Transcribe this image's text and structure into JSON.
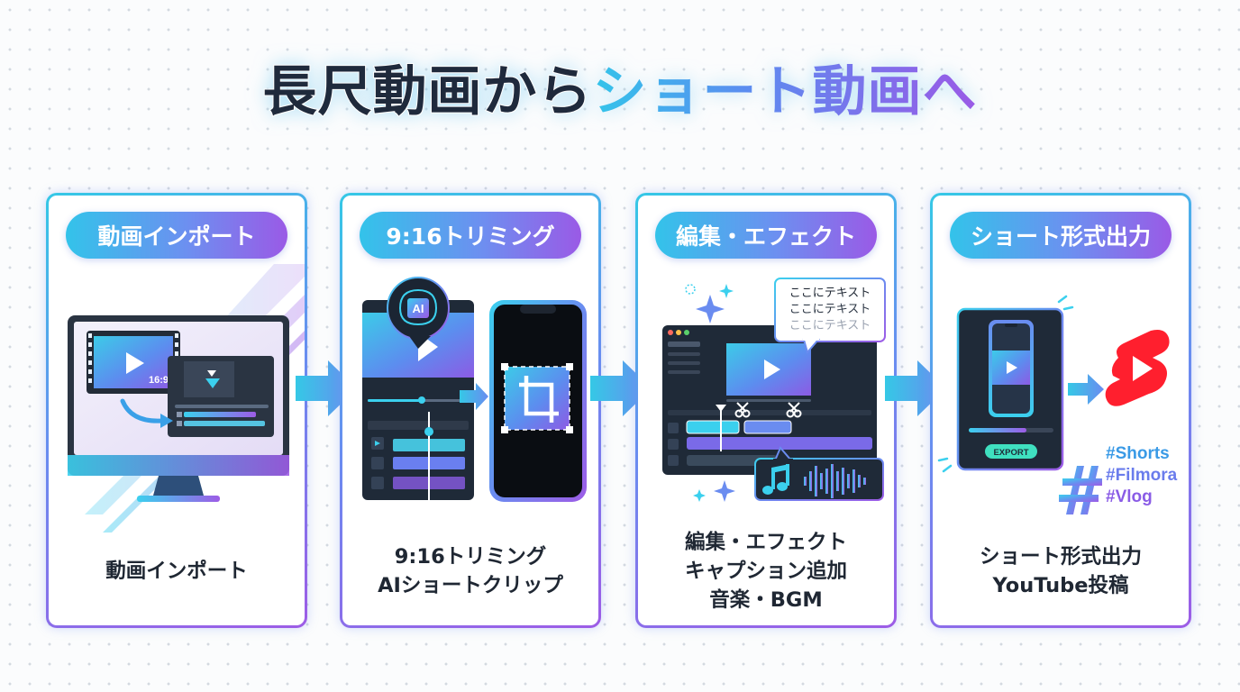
{
  "title": {
    "part1": "長尺動画から",
    "part2": "ショート動画へ"
  },
  "steps": [
    {
      "pill": "動画インポート",
      "caption_lines": [
        "動画インポート"
      ],
      "aspect_label": "16:9"
    },
    {
      "pill": "9:16トリミング",
      "caption_lines": [
        "9:16トリミング",
        "AIショートクリップ"
      ],
      "ai_badge": "AI"
    },
    {
      "pill": "編集・エフェクト",
      "caption_lines": [
        "編集・エフェクト",
        "キャプション追加",
        "音楽・BGM"
      ],
      "text_bubble": [
        "ここにテキスト",
        "ここにテキスト",
        "ここにテキスト"
      ]
    },
    {
      "pill": "ショート形式出力",
      "caption_lines": [
        "ショート形式出力",
        "YouTube投稿"
      ],
      "export_label": "EXPORT",
      "hashtags": [
        "#Shorts",
        "#Filmora",
        "#Vlog"
      ],
      "hash_symbol": "#"
    }
  ],
  "colors": {
    "cyan": "#35c8e6",
    "blue": "#6a8cf0",
    "purple": "#9d5ce6",
    "dark_panel": "#1f2a38",
    "shorts_red": "#ff1f2e",
    "title_dark": "#1f2a3c"
  },
  "icons": [
    "play-icon",
    "filmora-logo-icon",
    "ai-brain-icon",
    "crop-icon",
    "scissors-icon",
    "music-note-icon",
    "sparkle-icon",
    "youtube-shorts-icon",
    "hashtag-icon"
  ]
}
